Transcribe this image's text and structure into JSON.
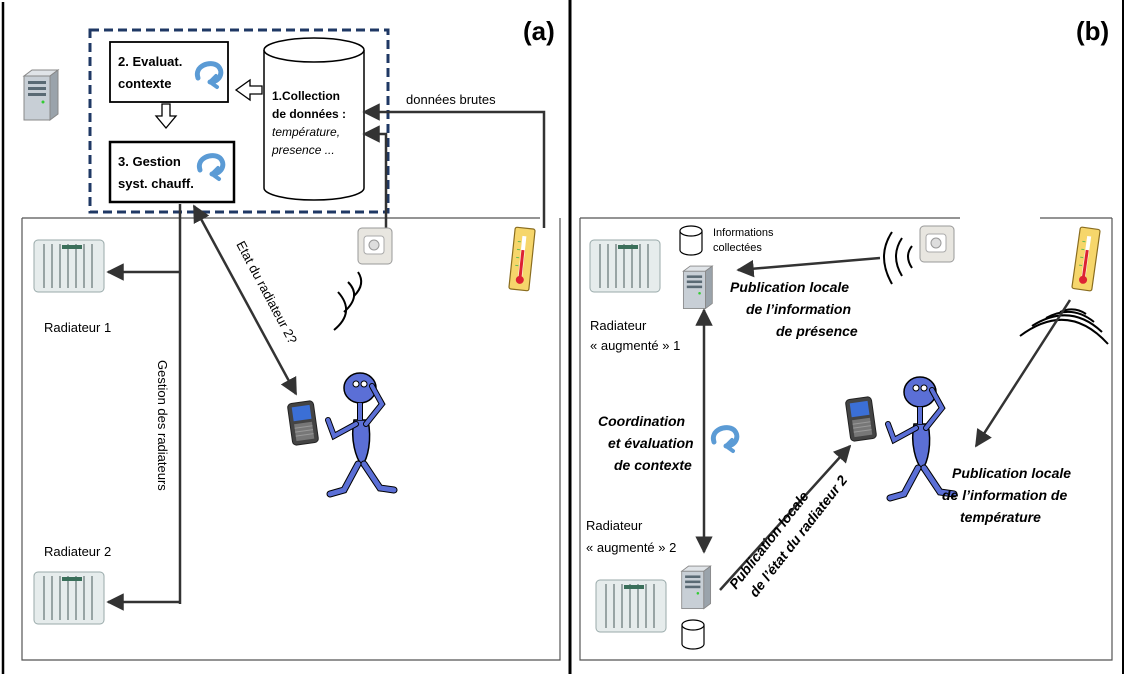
{
  "panel_a": {
    "label": "(a)",
    "box2_line1": "2. Evaluat.",
    "box2_line2": "contexte",
    "box3_line1": "3. Gestion",
    "box3_line2": "syst. chauff.",
    "db_line1": "1.Collection",
    "db_line2": "de données :",
    "db_line3": "température,",
    "db_line4": "presence ...",
    "raw_data": "données brutes",
    "radiator1": "Radiateur 1",
    "radiator2": "Radiateur 2",
    "rad_mgmt": "Gestion des radiateurs",
    "state_query": "Etat du radiateur 2?"
  },
  "panel_b": {
    "label": "(b)",
    "collected_line1": "Informations",
    "collected_line2": "collectées",
    "presence_line1": "Publication locale",
    "presence_line2": "de l’information",
    "presence_line3": "de présence",
    "aug1_line1": "Radiateur",
    "aug1_line2": "« augmenté » 1",
    "coord_line1": "Coordination",
    "coord_line2": "et évaluation",
    "coord_line3": "de contexte",
    "aug2_line1": "Radiateur",
    "aug2_line2": "« augmenté » 2",
    "state_pub_line1": "Publication locale",
    "state_pub_line2": "de l’état du radiateur 2",
    "temp_line1": "Publication locale",
    "temp_line2": "de l’information de",
    "temp_line3": "température"
  },
  "colors": {
    "dashed_border": "#1f3864",
    "radiator": "#e9eeee",
    "person": "#5b6fd6",
    "curl_arrow": "#5b9bd5",
    "thermometer": "#f6d66b"
  }
}
